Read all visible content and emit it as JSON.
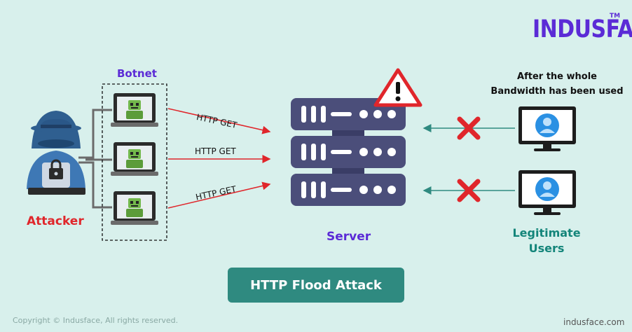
{
  "brand": {
    "logo_text": "INDUSFACE",
    "trademark": "TM"
  },
  "labels": {
    "botnet": "Botnet",
    "attacker": "Attacker",
    "server": "Server",
    "bandwidth_line1": "After the whole",
    "bandwidth_line2": "Bandwidth has been used",
    "legit_line1": "Legitimate",
    "legit_line2": "Users",
    "http_1": "HTTP GET",
    "http_2": "HTTP GET",
    "http_3": "HTTP GET"
  },
  "title": "HTTP Flood Attack",
  "footer": {
    "copyright": "Copyright © Indusface, All rights reserved.",
    "site": "indusface.com"
  },
  "colors": {
    "background": "#d8f0ec",
    "brand_purple": "#5b2bd6",
    "attack_red": "#e0262b",
    "teal": "#2f8a80",
    "server_navy": "#4b4e7a"
  }
}
